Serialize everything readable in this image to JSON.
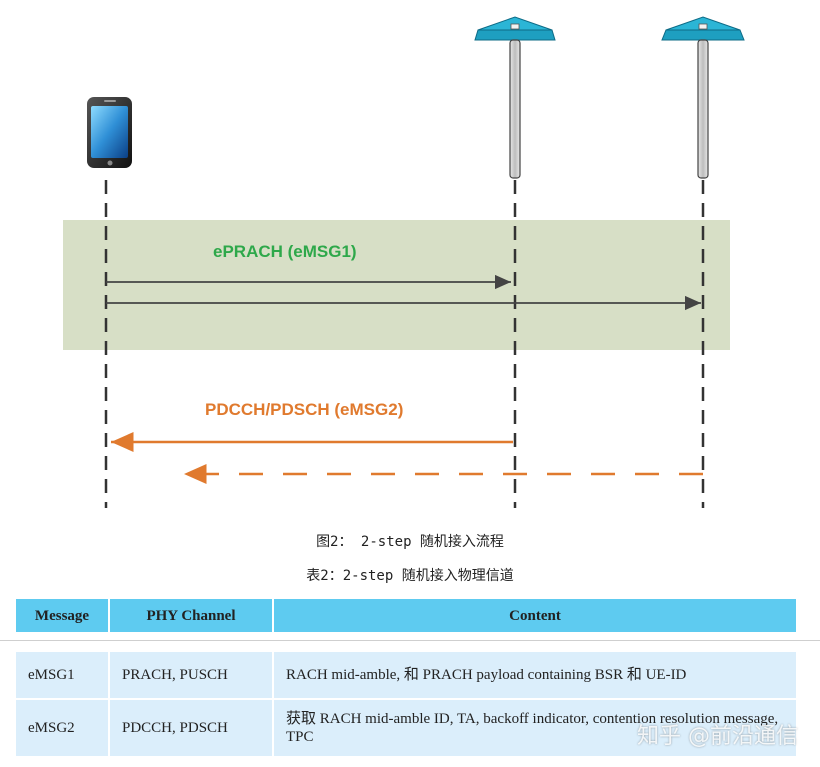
{
  "diagram": {
    "labels": {
      "uplink": "ePRACH (eMSG1)",
      "downlink": "PDCCH/PDSCH (eMSG2)"
    },
    "colors": {
      "band": "#d7dfc6",
      "uplink_text": "#2ea84a",
      "downlink": "#e07a2e",
      "arrow_dark": "#444444",
      "tower_top": "#1e9fc0"
    }
  },
  "captions": {
    "figure": "图2： 2-step  随机接入流程",
    "table": "表2：2-step 随机接入物理信道"
  },
  "table": {
    "headers": [
      "Message",
      "PHY Channel",
      "Content"
    ],
    "rows": [
      [
        "eMSG1",
        "PRACH, PUSCH",
        "RACH mid-amble, 和 PRACH payload containing BSR 和 UE-ID"
      ],
      [
        "eMSG2",
        "PDCCH, PDSCH",
        "获取 RACH mid-amble ID, TA, backoff indicator, contention resolution message, TPC"
      ]
    ]
  },
  "watermark": "知乎 @前沿通信"
}
